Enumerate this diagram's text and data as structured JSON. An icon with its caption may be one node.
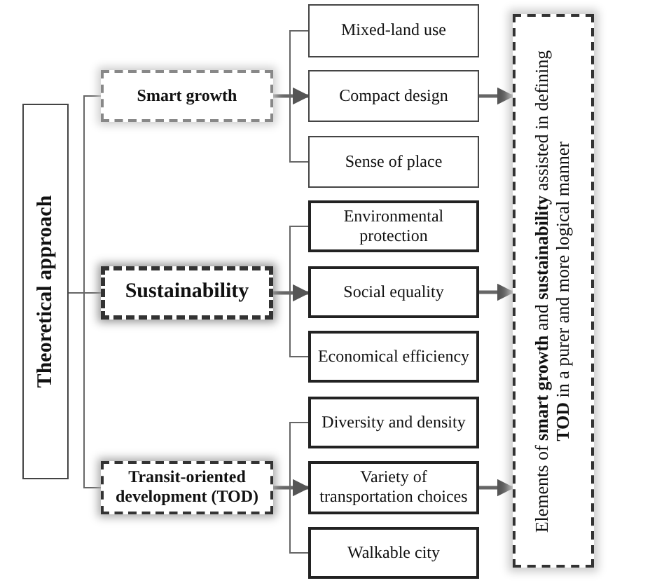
{
  "diagram": {
    "nodes": [
      {
        "text": [
          "Theoretical approach"
        ]
      },
      {
        "text": [
          "Smart growth"
        ]
      },
      {
        "text": [
          "Mixed-land use"
        ]
      },
      {
        "text": [
          "Compact design"
        ]
      },
      {
        "text": [
          "Sense of place"
        ]
      },
      {
        "text": [
          "Sustainability"
        ]
      },
      {
        "text": [
          "Environmental protection"
        ]
      },
      {
        "text": [
          "Social equality"
        ]
      },
      {
        "text": [
          "Economical efficiency"
        ]
      },
      {
        "text": [
          "Transit-oriented development (TOD)"
        ]
      },
      {
        "text": [
          "Diversity and density"
        ]
      },
      {
        "text": [
          "Variety of transportation choices"
        ]
      },
      {
        "text": [
          "Walkable city"
        ]
      },
      {
        "text": [
          "Elements of **smart growth** and **sustainability** assisted in defining **TOD** in a purer and more logical manner"
        ]
      }
    ],
    "edges": [
      {
        "from": 0,
        "to": 1,
        "arrow": "none"
      },
      {
        "from": 0,
        "to": 5,
        "arrow": "none"
      },
      {
        "from": 0,
        "to": 9,
        "arrow": "none"
      },
      {
        "from": 1,
        "to": 2,
        "arrow": "none"
      },
      {
        "from": 1,
        "to": 3,
        "arrow": "to",
        "style": "thick"
      },
      {
        "from": 1,
        "to": 4,
        "arrow": "none"
      },
      {
        "from": 5,
        "to": 6,
        "arrow": "none"
      },
      {
        "from": 5,
        "to": 7,
        "arrow": "to",
        "style": "thick"
      },
      {
        "from": 5,
        "to": 8,
        "arrow": "none"
      },
      {
        "from": 9,
        "to": 10,
        "arrow": "none"
      },
      {
        "from": 9,
        "to": 11,
        "arrow": "to",
        "style": "thick"
      },
      {
        "from": 9,
        "to": 12,
        "arrow": "none"
      },
      {
        "from": 3,
        "to": 13,
        "arrow": "to",
        "style": "thick"
      },
      {
        "from": 7,
        "to": 13,
        "arrow": "to",
        "style": "thick"
      },
      {
        "from": 11,
        "to": 13,
        "arrow": "to",
        "style": "thick"
      }
    ]
  }
}
